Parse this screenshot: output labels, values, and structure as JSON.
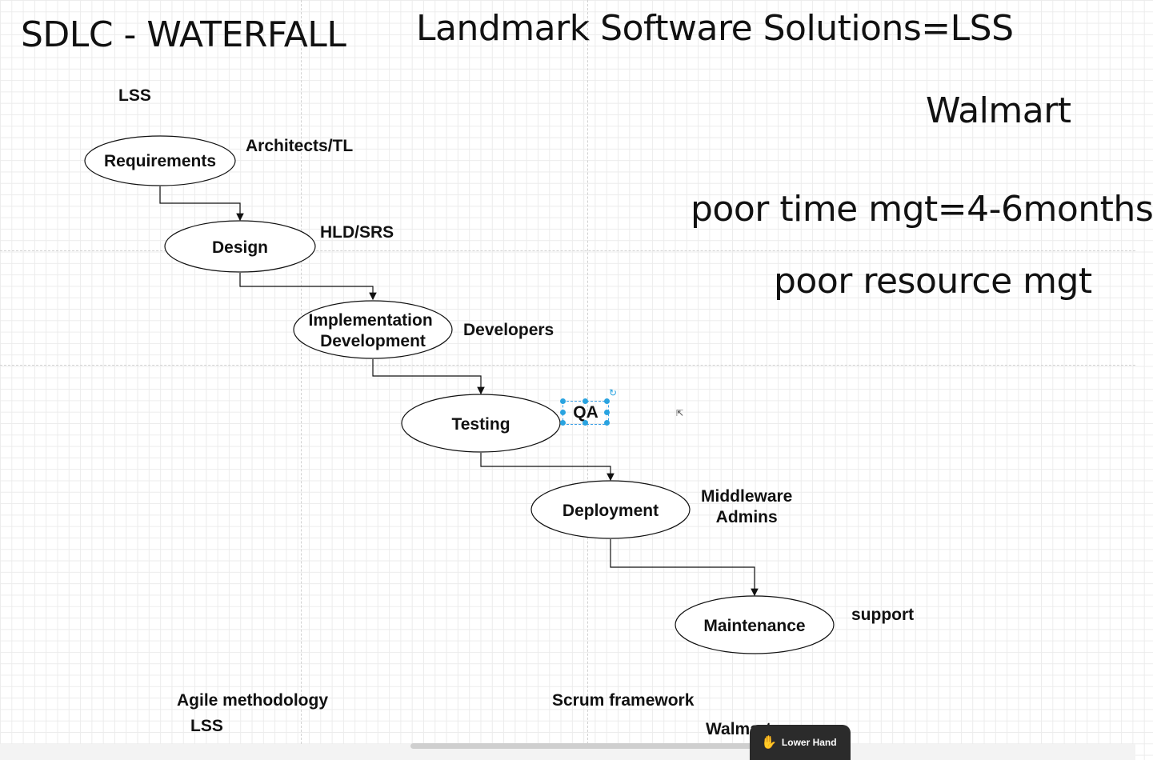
{
  "headings": {
    "title": "SDLC - WATERFALL",
    "company": "Landmark Software Solutions=LSS",
    "client": "Walmart",
    "issue_time": "poor time mgt=4-6months",
    "issue_resource": "poor resource mgt"
  },
  "diagram": {
    "org_label": "LSS",
    "phases": [
      {
        "name": "Requirements",
        "role": "Architects/TL"
      },
      {
        "name": "Design",
        "role": "HLD/SRS"
      },
      {
        "name": "Implementation\nDevelopment",
        "role": "Developers"
      },
      {
        "name": "Testing",
        "role": "QA"
      },
      {
        "name": "Deployment",
        "role": "Middleware\nAdmins"
      },
      {
        "name": "Maintenance",
        "role": "support"
      }
    ]
  },
  "footer": {
    "agile": "Agile methodology",
    "agile_org": "LSS",
    "scrum": "Scrum framework",
    "client_partial": "Walmart"
  },
  "meeting": {
    "lower_hand_label": "Lower Hand"
  }
}
